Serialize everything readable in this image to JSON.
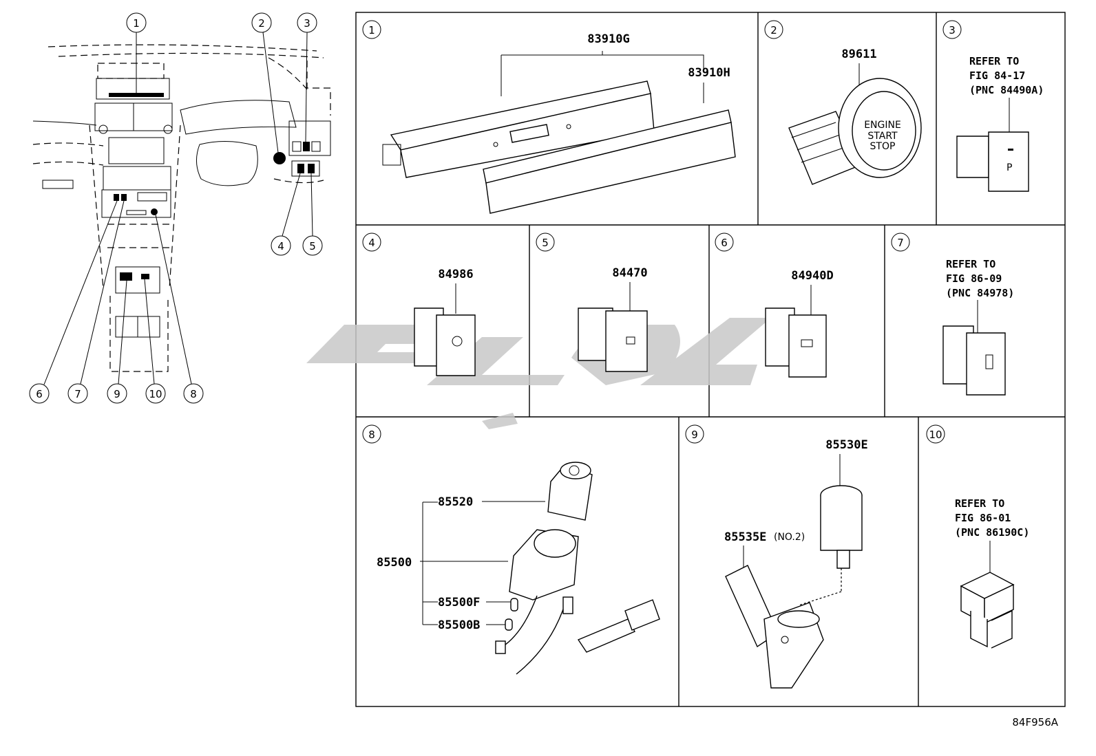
{
  "callouts": [
    "1",
    "2",
    "3",
    "4",
    "5",
    "6",
    "7",
    "8",
    "9",
    "10"
  ],
  "panels": {
    "p1": {
      "num": "1",
      "parts": [
        "83910G",
        "83910H"
      ]
    },
    "p2": {
      "num": "2",
      "parts": [
        "89611"
      ],
      "button_text": [
        "ENGINE",
        "START",
        "STOP"
      ]
    },
    "p3": {
      "num": "3",
      "refer": [
        "REFER TO",
        "FIG 84-17",
        "(PNC 84490A)"
      ]
    },
    "p4": {
      "num": "4",
      "parts": [
        "84986"
      ]
    },
    "p5": {
      "num": "5",
      "parts": [
        "84470"
      ]
    },
    "p6": {
      "num": "6",
      "parts": [
        "84940D"
      ]
    },
    "p7": {
      "num": "7",
      "refer": [
        "REFER TO",
        "FIG 86-09",
        "(PNC 84978)"
      ]
    },
    "p8": {
      "num": "8",
      "parts": [
        "85520",
        "85500",
        "85500F",
        "85500B"
      ]
    },
    "p9": {
      "num": "9",
      "parts": [
        "85530E",
        "85535E"
      ],
      "note": "(NO.2)"
    },
    "p10": {
      "num": "10",
      "refer": [
        "REFER TO",
        "FIG 86-01",
        "(PNC 86190C)"
      ]
    }
  },
  "figure_id": "84F956A",
  "watermark_color": "#c8c8c8"
}
